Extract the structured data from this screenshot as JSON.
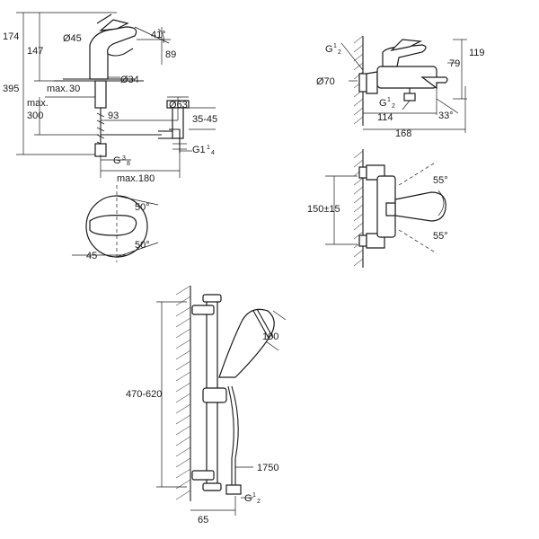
{
  "basin_mixer": {
    "dims": {
      "h174": "174",
      "h147": "147",
      "h395": "395",
      "max30_prefix": "max.",
      "max30_value": "30",
      "max300_prefix": "max.",
      "max300_value": "300",
      "d45": "Ø45",
      "angle41": "41°",
      "d89": "89",
      "d34": "Ø34",
      "d93": "93",
      "d63": "Ø63",
      "d35_45": "35-45",
      "g3_8_main": "G",
      "g3_8_num": "3",
      "g3_8_den": "8",
      "g1_1_4_main": "G1",
      "g1_1_4_num": "1",
      "g1_1_4_den": "4",
      "max180": "max.180"
    }
  },
  "lever_top": {
    "dims": {
      "angle50a": "50°",
      "angle50b": "50°",
      "d45": "45"
    }
  },
  "bath_mixer": {
    "dims": {
      "g1_2_top_main": "G",
      "g1_2_top_num": "1",
      "g1_2_top_den": "2",
      "d70": "Ø70",
      "h119": "119",
      "h79": "79",
      "g1_2_bottom_main": "G",
      "g1_2_bottom_num": "1",
      "g1_2_bottom_den": "2",
      "d114": "114",
      "angle33": "33°",
      "d168": "168"
    }
  },
  "bath_front": {
    "dims": {
      "angle55a": "55°",
      "d150": "150±15",
      "angle55b": "55°"
    }
  },
  "shower_set": {
    "dims": {
      "d100": "100",
      "h470_620": "470-620",
      "hose1750": "1750",
      "g1_2_main": "G",
      "g1_2_num": "1",
      "g1_2_den": "2",
      "d65": "65"
    }
  }
}
